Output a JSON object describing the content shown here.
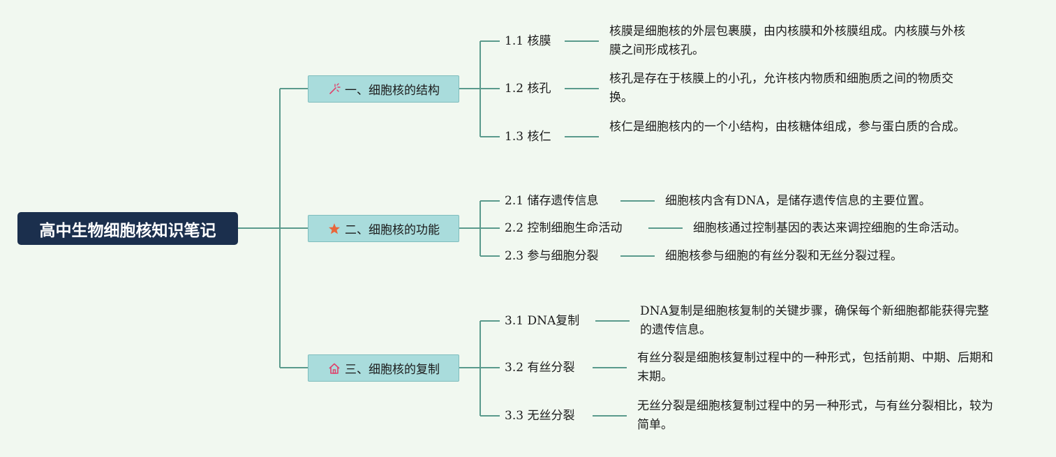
{
  "root": {
    "title": "高中生物细胞核知识笔记"
  },
  "sections": [
    {
      "title": "一、细胞核的结构",
      "icon": "magic-wand-icon",
      "items": [
        {
          "label": "1.1 核膜",
          "desc": "核膜是细胞核的外层包裹膜，由内核膜和外核膜组成。内核膜与外核膜之间形成核孔。"
        },
        {
          "label": "1.2 核孔",
          "desc": "核孔是存在于核膜上的小孔，允许核内物质和细胞质之间的物质交换。"
        },
        {
          "label": "1.3 核仁",
          "desc": "核仁是细胞核内的一个小结构，由核糖体组成，参与蛋白质的合成。"
        }
      ]
    },
    {
      "title": "二、细胞核的功能",
      "icon": "star-icon",
      "items": [
        {
          "label": "2.1 储存遗传信息",
          "desc": "细胞核内含有DNA，是储存遗传信息的主要位置。"
        },
        {
          "label": "2.2 控制细胞生命活动",
          "desc": "细胞核通过控制基因的表达来调控细胞的生命活动。"
        },
        {
          "label": "2.3 参与细胞分裂",
          "desc": "细胞核参与细胞的有丝分裂和无丝分裂过程。"
        }
      ]
    },
    {
      "title": "三、细胞核的复制",
      "icon": "home-icon",
      "items": [
        {
          "label": "3.1 DNA复制",
          "desc": "DNA复制是细胞核复制的关键步骤，确保每个新细胞都能获得完整的遗传信息。"
        },
        {
          "label": "3.2 有丝分裂",
          "desc": "有丝分裂是细胞核复制过程中的一种形式，包括前期、中期、后期和末期。"
        },
        {
          "label": "3.3 无丝分裂",
          "desc": "无丝分裂是细胞核复制过程中的另一种形式，与有丝分裂相比，较为简单。"
        }
      ]
    }
  ],
  "colors": {
    "background": "#f1f8f0",
    "root_fill": "#1b2f4d",
    "section_fill": "#a9dcdc",
    "connector": "#5a9a8c",
    "icon_accent": "#e0406a",
    "star": "#e8663a"
  }
}
